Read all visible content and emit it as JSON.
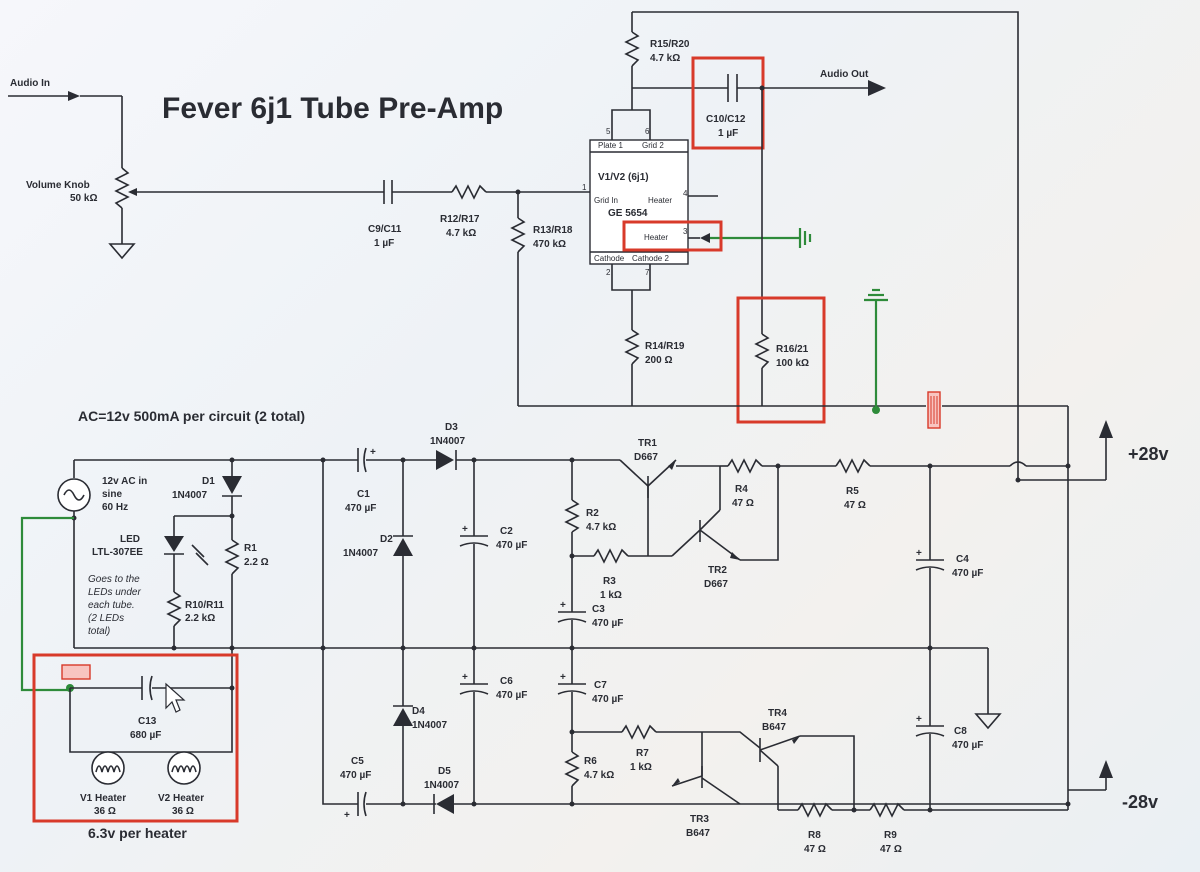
{
  "title": "Fever 6j1 Tube Pre-Amp",
  "io": {
    "audio_in": "Audio In",
    "audio_out": "Audio Out"
  },
  "rails": {
    "pos": "+28v",
    "neg": "-28v"
  },
  "supply_note": "AC=12v 500mA per circuit (2 total)",
  "heater_note": "6.3v per heater",
  "led_note": [
    "Goes to the",
    "LEDs under",
    "each tube.",
    "(2 LEDs",
    "total)"
  ],
  "tube": {
    "name": "V1/V2 (6j1)",
    "model": "GE 5654",
    "pins": {
      "p1": "1",
      "p2": "2",
      "p3": "3",
      "p4": "4",
      "p5": "5",
      "p6": "6",
      "p7": "7"
    },
    "labels": {
      "plate": "Plate 1",
      "grid2": "Grid 2",
      "grid_in": "Grid In",
      "heater_a": "Heater",
      "heater_b": "Heater",
      "cathode": "Cathode",
      "cathode2": "Cathode 2"
    }
  },
  "components": {
    "volume": {
      "name": "Volume Knob",
      "value": "50 kΩ"
    },
    "c9": {
      "name": "C9/C11",
      "value": "1 µF"
    },
    "r12": {
      "name": "R12/R17",
      "value": "4.7 kΩ"
    },
    "r13": {
      "name": "R13/R18",
      "value": "470 kΩ"
    },
    "r15": {
      "name": "R15/R20",
      "value": "4.7 kΩ"
    },
    "c10": {
      "name": "C10/C12",
      "value": "1 µF"
    },
    "r14": {
      "name": "R14/R19",
      "value": "200 Ω"
    },
    "r16": {
      "name": "R16/21",
      "value": "100 kΩ"
    },
    "ac": {
      "name": "12v AC in",
      "sub": "sine",
      "freq": "60 Hz"
    },
    "d1": {
      "name": "D1",
      "value": "1N4007"
    },
    "led": {
      "name": "LED",
      "value": "LTL-307EE"
    },
    "r1": {
      "name": "R1",
      "value": "2.2 Ω"
    },
    "r10": {
      "name": "R10/R11",
      "value": "2.2 kΩ"
    },
    "c13": {
      "name": "C13",
      "value": "680 µF"
    },
    "v1h": {
      "name": "V1 Heater",
      "value": "36 Ω"
    },
    "v2h": {
      "name": "V2 Heater",
      "value": "36 Ω"
    },
    "c1": {
      "name": "C1",
      "value": "470 µF"
    },
    "d3": {
      "name": "D3",
      "value": "1N4007"
    },
    "d2": {
      "name": "D2",
      "value": "1N4007"
    },
    "c2": {
      "name": "C2",
      "value": "470 µF"
    },
    "c5": {
      "name": "C5",
      "value": "470 µF"
    },
    "d4": {
      "name": "D4",
      "value": "1N4007"
    },
    "d5": {
      "name": "D5",
      "value": "1N4007"
    },
    "c6": {
      "name": "C6",
      "value": "470 µF"
    },
    "r2": {
      "name": "R2",
      "value": "4.7 kΩ"
    },
    "r3": {
      "name": "R3",
      "value": "1 kΩ"
    },
    "c3": {
      "name": "C3",
      "value": "470 µF"
    },
    "c7": {
      "name": "C7",
      "value": "470 µF"
    },
    "r6": {
      "name": "R6",
      "value": "4.7 kΩ"
    },
    "r7": {
      "name": "R7",
      "value": "1 kΩ"
    },
    "tr1": {
      "name": "TR1",
      "value": "D667"
    },
    "tr2": {
      "name": "TR2",
      "value": "D667"
    },
    "r4": {
      "name": "R4",
      "value": "47 Ω"
    },
    "r5": {
      "name": "R5",
      "value": "47 Ω"
    },
    "c4": {
      "name": "C4",
      "value": "470 µF"
    },
    "tr3": {
      "name": "TR3",
      "value": "B647"
    },
    "tr4": {
      "name": "TR4",
      "value": "B647"
    },
    "r8": {
      "name": "R8",
      "value": "47 Ω"
    },
    "r9": {
      "name": "R9",
      "value": "47 Ω"
    },
    "c8": {
      "name": "C8",
      "value": "470 µF"
    }
  },
  "colors": {
    "wire": "#2a2c33",
    "ground": "#2e8b3a",
    "highlight": "#d83a2a"
  }
}
